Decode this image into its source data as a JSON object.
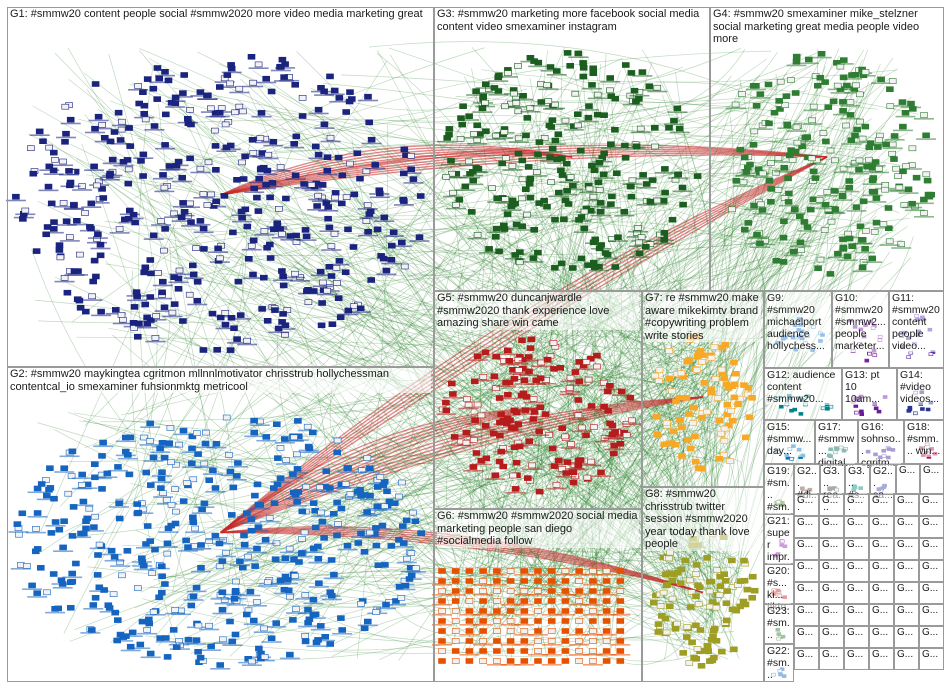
{
  "groups": [
    {
      "id": "G1",
      "label": "G1: #smmw20 content people social #smmw2020 more video media marketing great",
      "color": "#1a237e"
    },
    {
      "id": "G2",
      "label": "G2: #smmw20 maykingtea cgritmon mllnnlmotivator chrisstrub hollychessman contentcal_io smexaminer fuhsionmktg metricool",
      "color": "#1565c0"
    },
    {
      "id": "G3",
      "label": "G3: #smmw20 marketing more facebook social media content video smexaminer instagram",
      "color": "#1b5e20"
    },
    {
      "id": "G4",
      "label": "G4: #smmw20 smexaminer mike_stelzner social marketing great media people video more",
      "color": "#2e7d32"
    },
    {
      "id": "G5",
      "label": "G5: #smmw20 duncanjwardle #smmw2020 thank experience love amazing share win came",
      "color": "#b71c1c"
    },
    {
      "id": "G6",
      "label": "G6: #smmw20 #smmw2020 social media marketing people san diego #socialmedia follow",
      "color": "#e65100"
    },
    {
      "id": "G7",
      "label": "G7: re #smmw20 make aware mikekimtv brand #copywriting problem write stories",
      "color": "#f9a825"
    },
    {
      "id": "G8",
      "label": "G8: #smmw20 chrisstrub twitter session #smmw2020 year today thank love people",
      "color": "#9e9d24"
    },
    {
      "id": "G9",
      "label": "G9: #smmw20 michaelport audience hollychess...",
      "color": "#1976d2"
    },
    {
      "id": "G10",
      "label": "G10: #smmw20 #smmw2... people marketer...",
      "color": "#7b1fa2"
    },
    {
      "id": "G11",
      "label": "G11: #smmw20 content people video...",
      "color": "#5e35b1"
    },
    {
      "id": "G12",
      "label": "G12: audience content #smmw20...",
      "color": "#00838f"
    },
    {
      "id": "G13",
      "label": "G13: pt 10 10am...",
      "color": "#6a1b9a"
    },
    {
      "id": "G14",
      "label": "G14: #video videos...",
      "color": "#283593"
    },
    {
      "id": "G15",
      "label": "G15: #smmw... day...",
      "color": "#0277bd"
    },
    {
      "id": "G17",
      "label": "G17: #smmw... digital...",
      "color": "#00695c"
    },
    {
      "id": "G16",
      "label": "G16: sohnso... cgritm...",
      "color": "#4527a0"
    },
    {
      "id": "G18",
      "label": "G18: #smm... win...",
      "color": "#ad1457"
    },
    {
      "id": "G19",
      "label": "G19: #sm... #sm...",
      "color": "#558b2f"
    },
    {
      "id": "G2x1",
      "label": "G2... #di...",
      "color": "#6d4c41"
    },
    {
      "id": "G3x1",
      "label": "G3... rea...",
      "color": "#37474f"
    },
    {
      "id": "G3x2",
      "label": "G3... #s...",
      "color": "#00897b"
    },
    {
      "id": "G2x2",
      "label": "G2... sa...",
      "color": "#3949ab"
    },
    {
      "id": "G21",
      "label": "G21: super impr...",
      "color": "#8e24aa"
    },
    {
      "id": "G20",
      "label": "G20: #s... ki... tikto...",
      "color": "#c62828"
    },
    {
      "id": "G23",
      "label": "G23: #sm...",
      "color": "#2e7d32"
    },
    {
      "id": "G22",
      "label": "G22: #sm...",
      "color": "#1565c0"
    }
  ],
  "tiny_group_label": "G..."
}
